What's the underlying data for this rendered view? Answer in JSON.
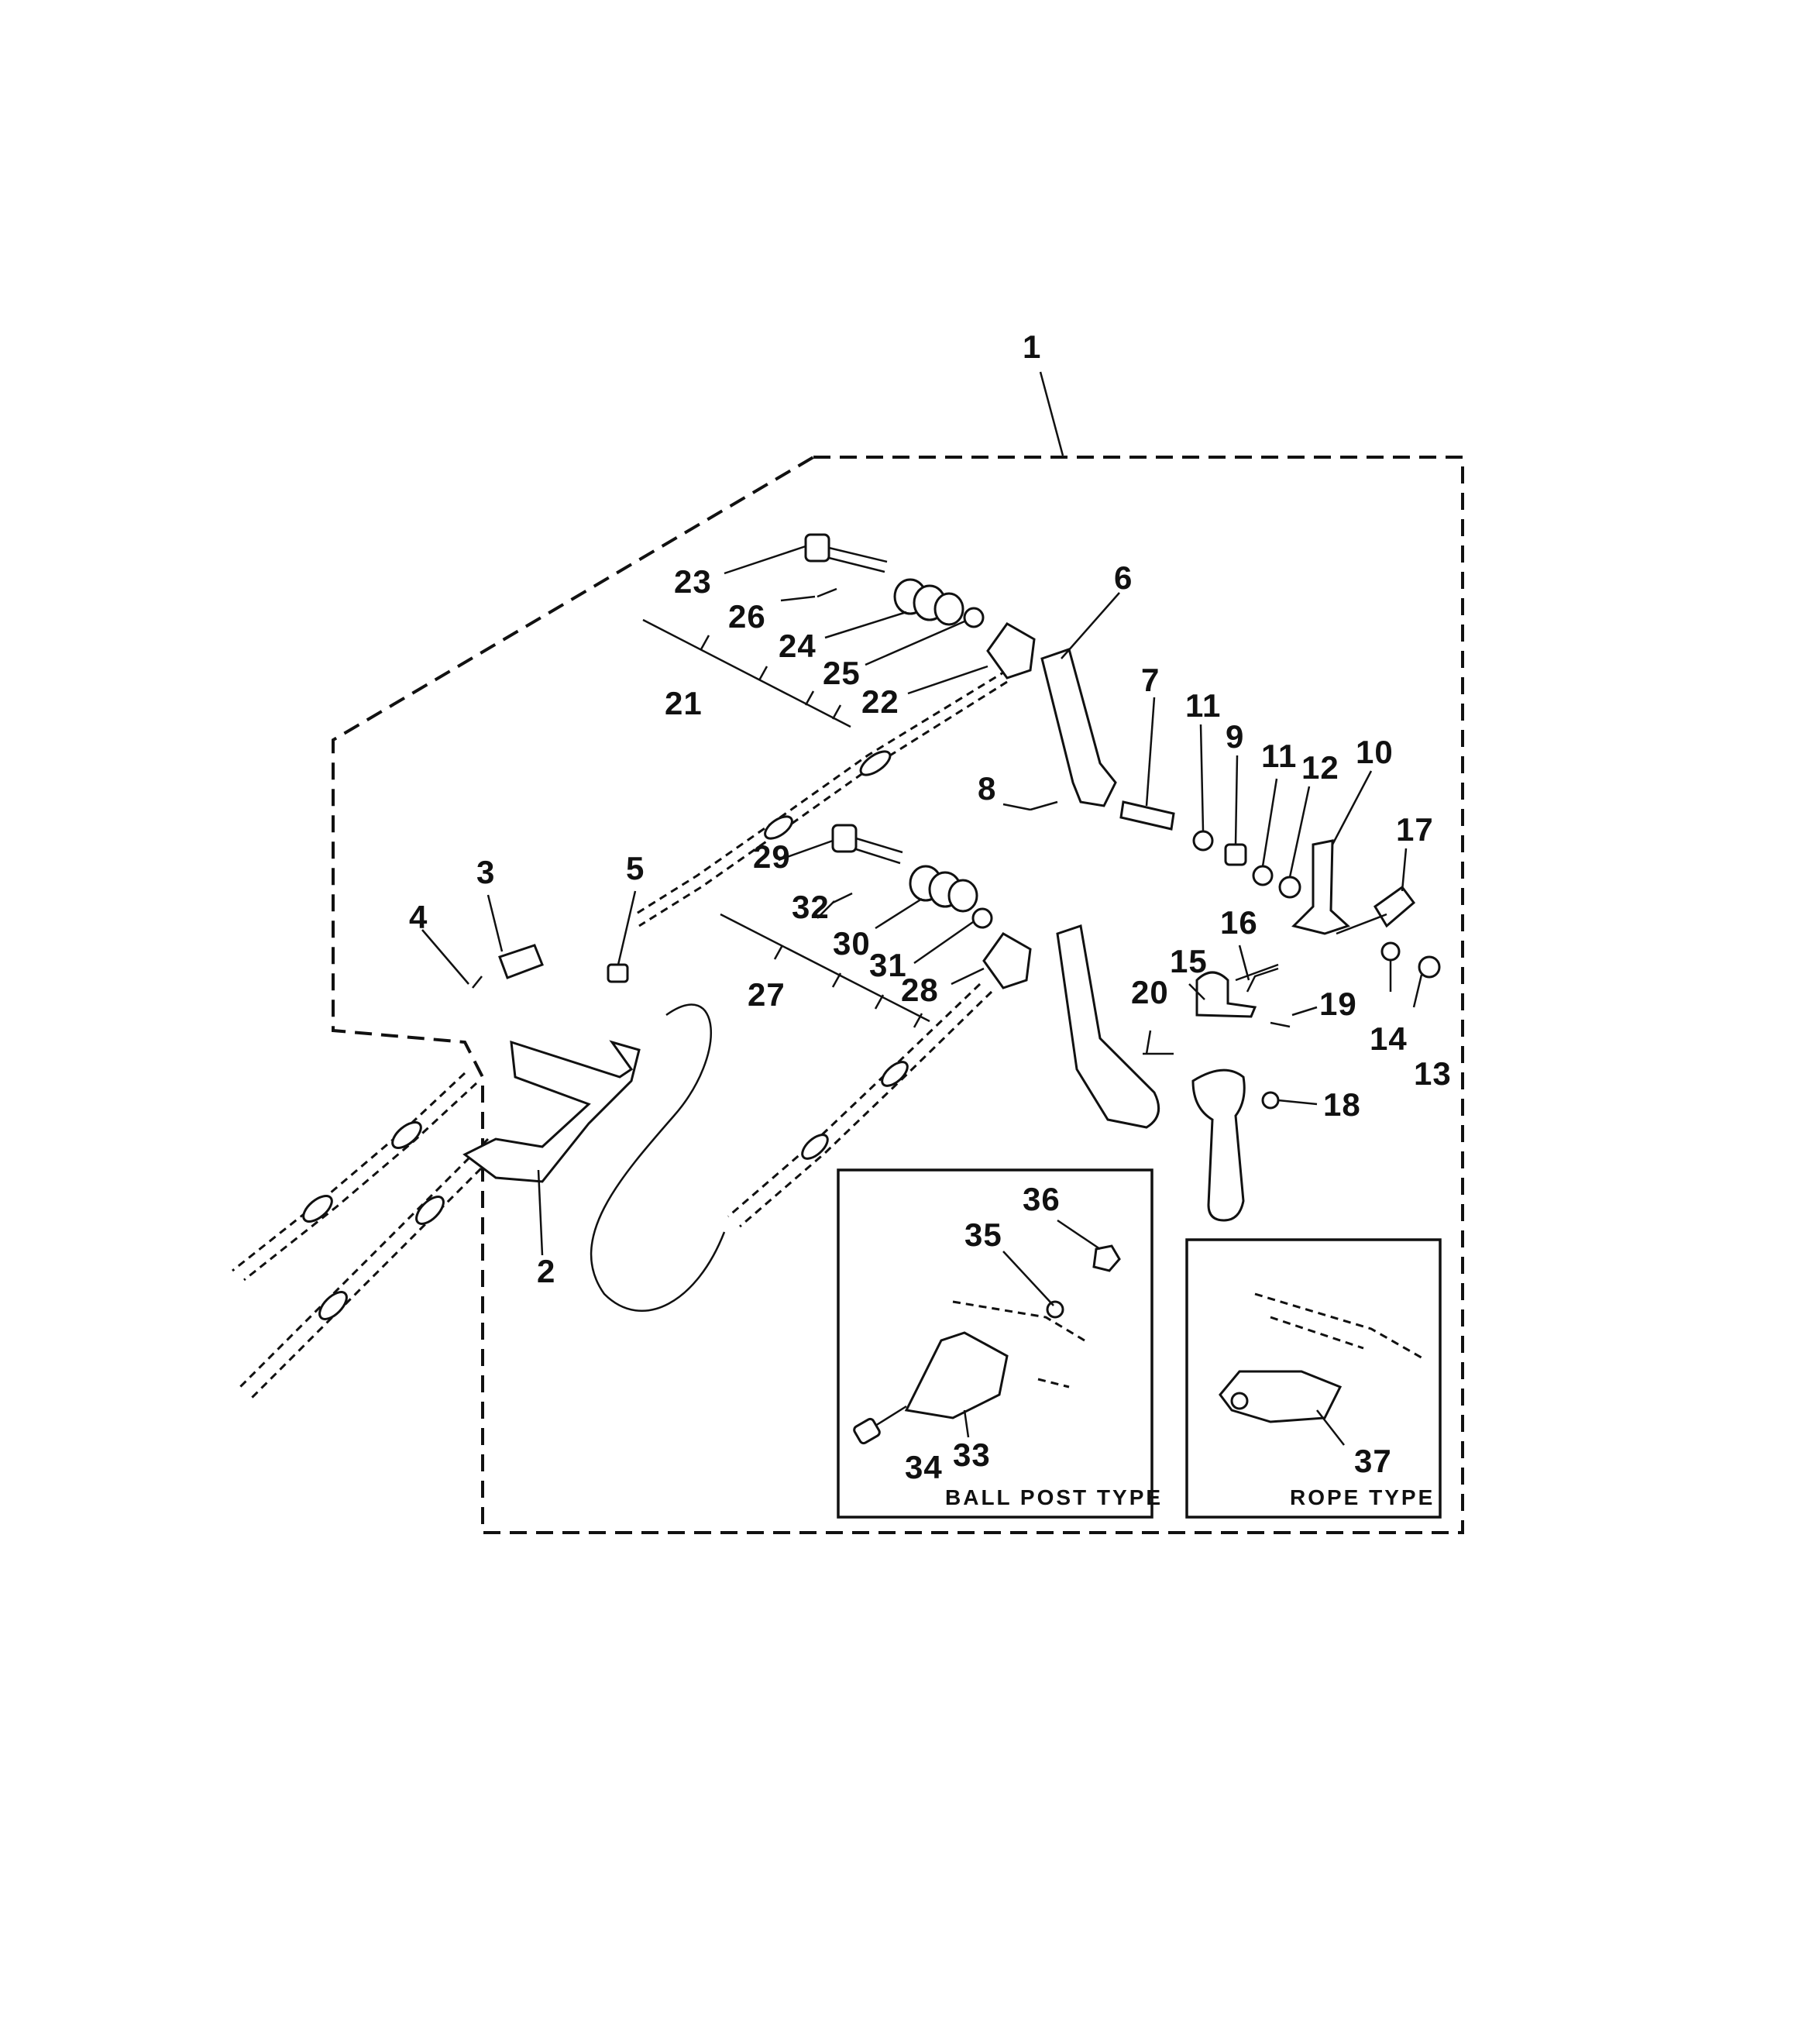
{
  "callouts": {
    "c1": "1",
    "c2": "2",
    "c3": "3",
    "c4": "4",
    "c5": "5",
    "c6": "6",
    "c7": "7",
    "c8": "8",
    "c9": "9",
    "c10": "10",
    "c11a": "11",
    "c11b": "11",
    "c12": "12",
    "c13": "13",
    "c14": "14",
    "c15": "15",
    "c16": "16",
    "c17": "17",
    "c18": "18",
    "c19": "19",
    "c20": "20",
    "c21": "21",
    "c22": "22",
    "c23": "23",
    "c24": "24",
    "c25": "25",
    "c26": "26",
    "c27": "27",
    "c28": "28",
    "c29": "29",
    "c30": "30",
    "c31": "31",
    "c32": "32",
    "c33": "33",
    "c34": "34",
    "c35": "35",
    "c36": "36",
    "c37": "37"
  },
  "insets": {
    "ball_post_title": "BALL POST TYPE",
    "rope_title": "ROPE TYPE"
  }
}
